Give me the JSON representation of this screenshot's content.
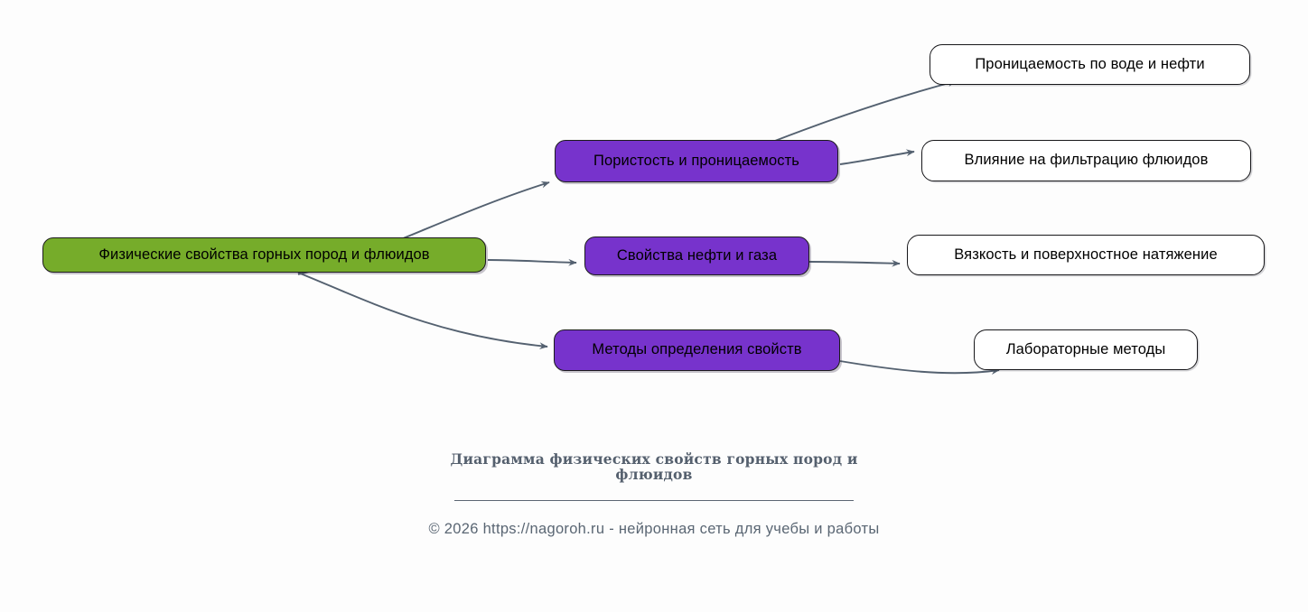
{
  "diagram": {
    "type": "mindmap",
    "background_color": "#fdfdfd",
    "edge_color": "#546170",
    "colors": {
      "root_fill": "#76ac2a",
      "branch_fill": "#7733cc",
      "leaf_fill": "#ffffff",
      "node_border": "#17171a",
      "footer_text": "#55606e"
    },
    "root": {
      "label": "Физические свойства горных пород и флюидов"
    },
    "branches": [
      {
        "label": "Пористость и проницаемость",
        "children": [
          {
            "label": "Проницаемость по воде и нефти"
          },
          {
            "label": "Влияние на фильтрацию флюидов"
          }
        ]
      },
      {
        "label": "Свойства нефти и газа",
        "children": [
          {
            "label": "Вязкость и поверхностное натяжение"
          }
        ]
      },
      {
        "label": "Методы определения свойств",
        "children": [
          {
            "label": "Лабораторные методы"
          }
        ]
      }
    ]
  },
  "footer": {
    "title": "Диаграмма физических свойств горных пород и флюидов",
    "copyright": "© 2026 https://nagoroh.ru - нейронная сеть для учебы и работы"
  }
}
